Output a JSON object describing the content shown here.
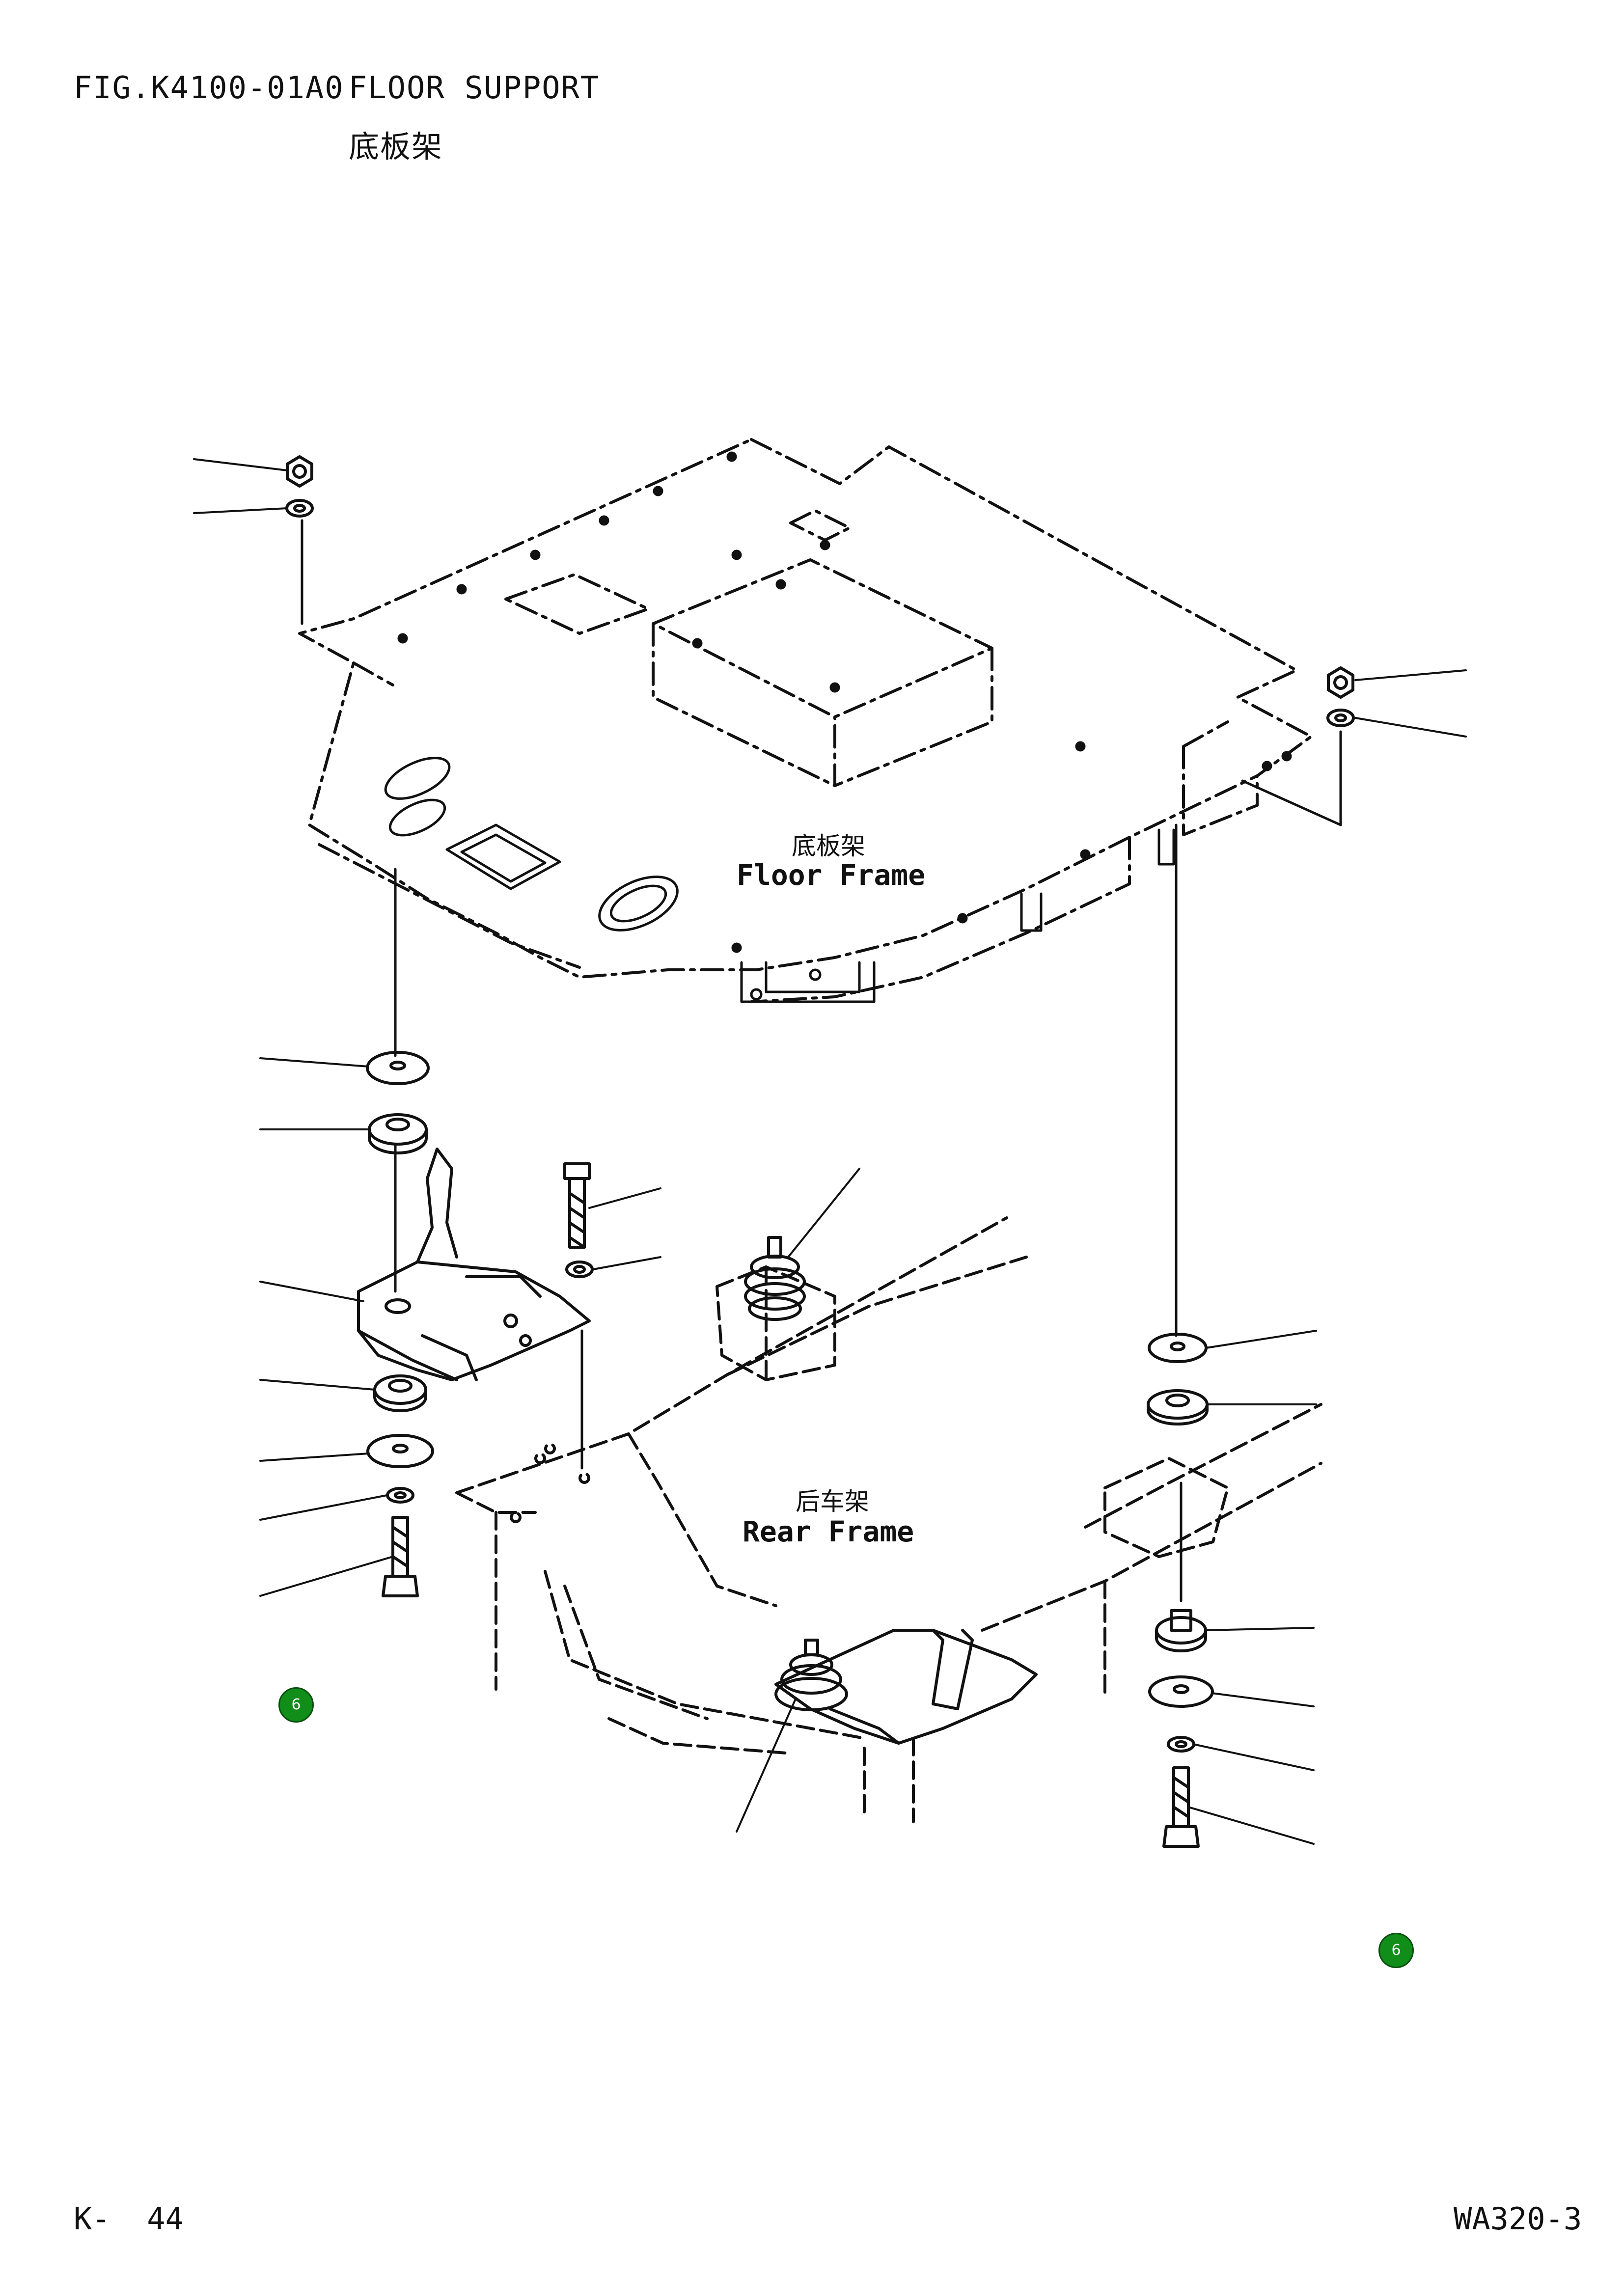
{
  "header": {
    "fig_number": "FIG.K4100-01A0",
    "title_en": "FLOOR SUPPORT",
    "title_cn": "底板架"
  },
  "labels": {
    "floor_frame_cn": "底板架",
    "floor_frame_en": "Floor Frame",
    "rear_frame_cn": "后车架",
    "rear_frame_en": "Rear Frame"
  },
  "markers": [
    {
      "label": "6"
    },
    {
      "label": "6"
    }
  ],
  "footer": {
    "page": "K-  44",
    "model": "WA320-3"
  },
  "colors": {
    "marker_fill": "#118d1a",
    "line": "#111111"
  }
}
